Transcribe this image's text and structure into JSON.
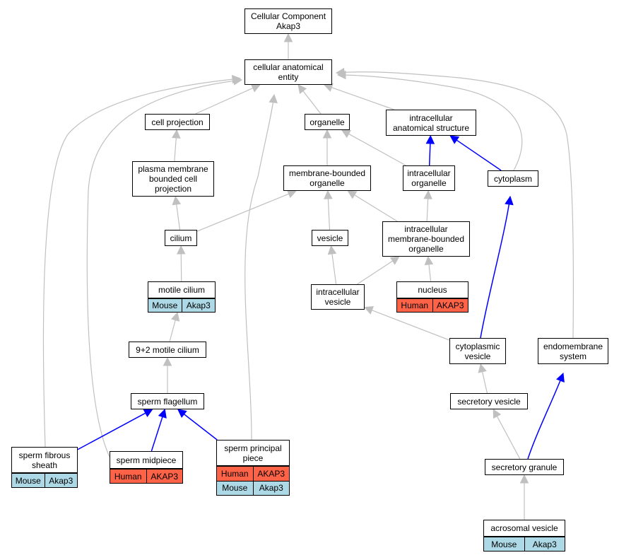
{
  "colors": {
    "edge_gray": "#c0c0c0",
    "edge_blue": "#0000ff",
    "human": "#ff6347",
    "mouse": "#add8e6"
  },
  "nodes": {
    "root": {
      "label": "Cellular Component\nAkap3"
    },
    "cae": {
      "label": "cellular anatomical\nentity"
    },
    "cellproj": {
      "label": "cell projection"
    },
    "organelle": {
      "label": "organelle"
    },
    "ias": {
      "label": "intracellular\nanatomical structure"
    },
    "pmbcp": {
      "label": "plasma membrane\nbounded cell\nprojection"
    },
    "mbo": {
      "label": "membrane-bounded\norganelle"
    },
    "intorg": {
      "label": "intracellular\norganelle"
    },
    "cytoplasm": {
      "label": "cytoplasm"
    },
    "cilium": {
      "label": "cilium"
    },
    "vesicle": {
      "label": "vesicle"
    },
    "imbo": {
      "label": "intracellular\nmembrane-bounded\norganelle"
    },
    "motile": {
      "label": "motile cilium",
      "annotations": [
        [
          "Mouse",
          "Akap3"
        ]
      ]
    },
    "intves": {
      "label": "intracellular\nvesicle"
    },
    "nucleus": {
      "label": "nucleus",
      "annotations": [
        [
          "Human",
          "AKAP3"
        ]
      ]
    },
    "ninetwo": {
      "label": "9+2 motile cilium"
    },
    "cytves": {
      "label": "cytoplasmic\nvesicle"
    },
    "endomem": {
      "label": "endomembrane\nsystem"
    },
    "flagellum": {
      "label": "sperm flagellum"
    },
    "secves": {
      "label": "secretory vesicle"
    },
    "fibrous": {
      "label": "sperm fibrous\nsheath",
      "annotations": [
        [
          "Mouse",
          "Akap3"
        ]
      ]
    },
    "midpiece": {
      "label": "sperm midpiece",
      "annotations": [
        [
          "Human",
          "AKAP3"
        ]
      ]
    },
    "principal": {
      "label": "sperm principal\npiece",
      "annotations": [
        [
          "Human",
          "AKAP3"
        ],
        [
          "Mouse",
          "Akap3"
        ]
      ]
    },
    "secgran": {
      "label": "secretory granule"
    },
    "acro": {
      "label": "acrosomal vesicle",
      "annotations": [
        [
          "Mouse",
          "Akap3"
        ]
      ]
    }
  },
  "edges": [
    {
      "from": "cae",
      "to": "root",
      "color": "gray"
    },
    {
      "from": "cellproj",
      "to": "cae",
      "color": "gray"
    },
    {
      "from": "organelle",
      "to": "cae",
      "color": "gray"
    },
    {
      "from": "ias",
      "to": "cae",
      "color": "gray"
    },
    {
      "from": "cytoplasm",
      "to": "cae",
      "color": "gray"
    },
    {
      "from": "endomem",
      "to": "cae",
      "color": "gray"
    },
    {
      "from": "fibrous",
      "to": "cae",
      "color": "gray"
    },
    {
      "from": "midpiece",
      "to": "cae",
      "color": "gray"
    },
    {
      "from": "principal",
      "to": "cae",
      "color": "gray"
    },
    {
      "from": "pmbcp",
      "to": "cellproj",
      "color": "gray"
    },
    {
      "from": "mbo",
      "to": "organelle",
      "color": "gray"
    },
    {
      "from": "intorg",
      "to": "organelle",
      "color": "gray"
    },
    {
      "from": "intorg",
      "to": "ias",
      "color": "blue"
    },
    {
      "from": "cytoplasm",
      "to": "ias",
      "color": "blue"
    },
    {
      "from": "cilium",
      "to": "pmbcp",
      "color": "gray"
    },
    {
      "from": "cilium",
      "to": "mbo",
      "color": "gray"
    },
    {
      "from": "vesicle",
      "to": "mbo",
      "color": "gray"
    },
    {
      "from": "imbo",
      "to": "mbo",
      "color": "gray"
    },
    {
      "from": "imbo",
      "to": "intorg",
      "color": "gray"
    },
    {
      "from": "motile",
      "to": "cilium",
      "color": "gray"
    },
    {
      "from": "intves",
      "to": "vesicle",
      "color": "gray"
    },
    {
      "from": "intves",
      "to": "imbo",
      "color": "gray"
    },
    {
      "from": "nucleus",
      "to": "imbo",
      "color": "gray"
    },
    {
      "from": "ninetwo",
      "to": "motile",
      "color": "gray"
    },
    {
      "from": "cytves",
      "to": "intves",
      "color": "gray"
    },
    {
      "from": "cytves",
      "to": "cytoplasm",
      "color": "blue"
    },
    {
      "from": "flagellum",
      "to": "ninetwo",
      "color": "gray"
    },
    {
      "from": "secves",
      "to": "cytves",
      "color": "gray"
    },
    {
      "from": "fibrous",
      "to": "flagellum",
      "color": "blue"
    },
    {
      "from": "midpiece",
      "to": "flagellum",
      "color": "blue"
    },
    {
      "from": "principal",
      "to": "flagellum",
      "color": "blue"
    },
    {
      "from": "secgran",
      "to": "secves",
      "color": "gray"
    },
    {
      "from": "secgran",
      "to": "endomem",
      "color": "blue"
    },
    {
      "from": "acro",
      "to": "secgran",
      "color": "gray"
    }
  ]
}
